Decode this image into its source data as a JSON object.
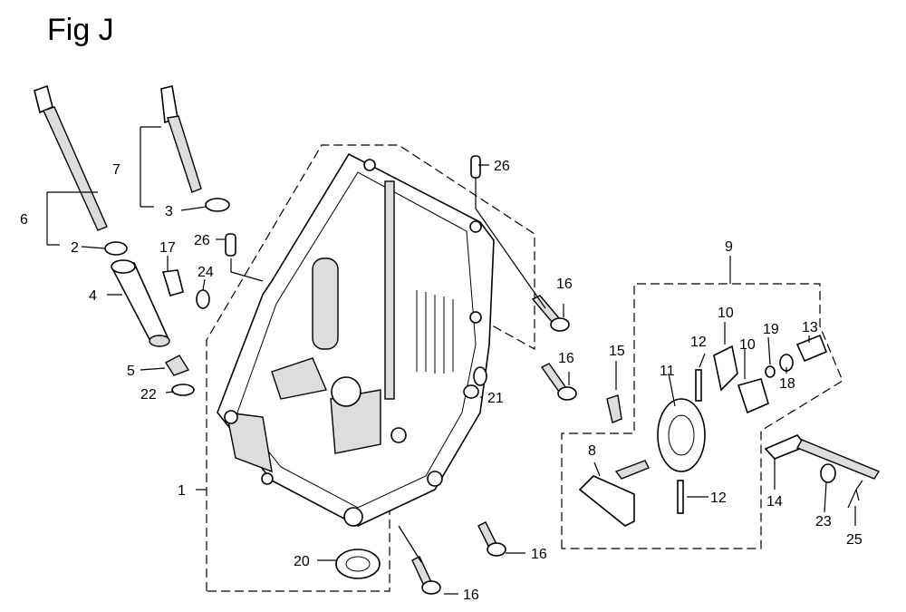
{
  "figure": {
    "title": "Fig J"
  },
  "callouts": [
    {
      "id": "c1",
      "label": "1"
    },
    {
      "id": "c2",
      "label": "2"
    },
    {
      "id": "c3",
      "label": "3"
    },
    {
      "id": "c4",
      "label": "4"
    },
    {
      "id": "c5",
      "label": "5"
    },
    {
      "id": "c6",
      "label": "6"
    },
    {
      "id": "c7",
      "label": "7"
    },
    {
      "id": "c8",
      "label": "8"
    },
    {
      "id": "c9",
      "label": "9"
    },
    {
      "id": "c10a",
      "label": "10"
    },
    {
      "id": "c10b",
      "label": "10"
    },
    {
      "id": "c11",
      "label": "11"
    },
    {
      "id": "c12a",
      "label": "12"
    },
    {
      "id": "c12b",
      "label": "12"
    },
    {
      "id": "c13",
      "label": "13"
    },
    {
      "id": "c14",
      "label": "14"
    },
    {
      "id": "c15",
      "label": "15"
    },
    {
      "id": "c16a",
      "label": "16"
    },
    {
      "id": "c16b",
      "label": "16"
    },
    {
      "id": "c16c",
      "label": "16"
    },
    {
      "id": "c16d",
      "label": "16"
    },
    {
      "id": "c17",
      "label": "17"
    },
    {
      "id": "c18",
      "label": "18"
    },
    {
      "id": "c19",
      "label": "19"
    },
    {
      "id": "c20",
      "label": "20"
    },
    {
      "id": "c21",
      "label": "21"
    },
    {
      "id": "c22",
      "label": "22"
    },
    {
      "id": "c23",
      "label": "23"
    },
    {
      "id": "c24",
      "label": "24"
    },
    {
      "id": "c25",
      "label": "25"
    },
    {
      "id": "c26a",
      "label": "26"
    },
    {
      "id": "c26b",
      "label": "26"
    }
  ]
}
